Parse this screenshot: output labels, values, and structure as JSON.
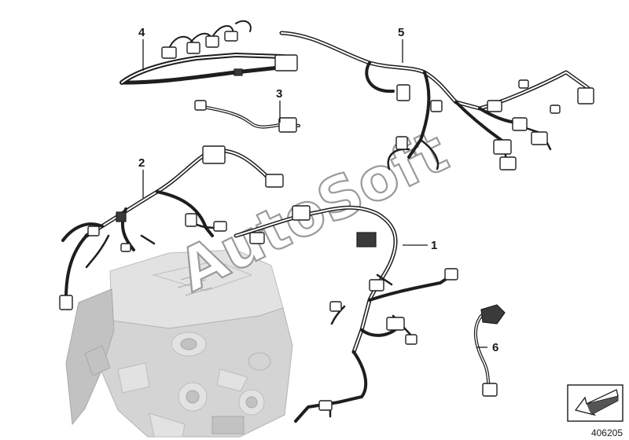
{
  "callouts": [
    {
      "label": "1",
      "part": "engine-wiring-harness"
    },
    {
      "label": "2",
      "part": "harness-2"
    },
    {
      "label": "3",
      "part": "harness-3"
    },
    {
      "label": "4",
      "part": "harness-4"
    },
    {
      "label": "5",
      "part": "harness-5"
    },
    {
      "label": "6",
      "part": "harness-6"
    }
  ],
  "watermark": "AutoSoft",
  "diagram_id": "406205",
  "colors": {
    "line": "#1e1e1e",
    "engine": "#d4d4d4",
    "background": "#ffffff"
  },
  "icons": {
    "nav": "arrow-down-left-icon"
  }
}
